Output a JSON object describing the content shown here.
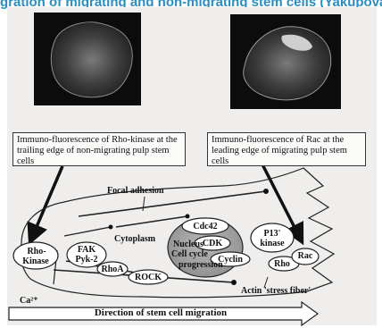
{
  "header_text": "gration of migrating and non-migrating stem cells (Yakupova et al.)",
  "captions": {
    "left": "Immuno-fluorescence of Rho-kinase at the trailing edge of non-migrating pulp stem cells",
    "right": "Immuno-fluorescence of Rac at the leading edge of migrating pulp stem cells"
  },
  "labels": {
    "focal_adhesion": "Focal adhesion",
    "cytoplasm": "Cytoplasm",
    "rho_kinase_1": "Rho-",
    "rho_kinase_2": "Kinase",
    "fak": "FAK",
    "pyk2": "Pyk-2",
    "rhoa": "RhoA",
    "rock": "ROCK",
    "cdc42": "Cdc42",
    "cdk": "CDK",
    "cyclin": "Cyclin",
    "nucleus_1": "Nucleus",
    "nucleus_2": "Cell cycle",
    "nucleus_3": "progression",
    "p13_1": "P13'",
    "p13_2": "kinase",
    "rho": "Rho",
    "rac": "Rac",
    "actin": "Actin 'stress fiber'",
    "ca": "Ca²⁺",
    "direction": "Direction of stem cell migration"
  }
}
